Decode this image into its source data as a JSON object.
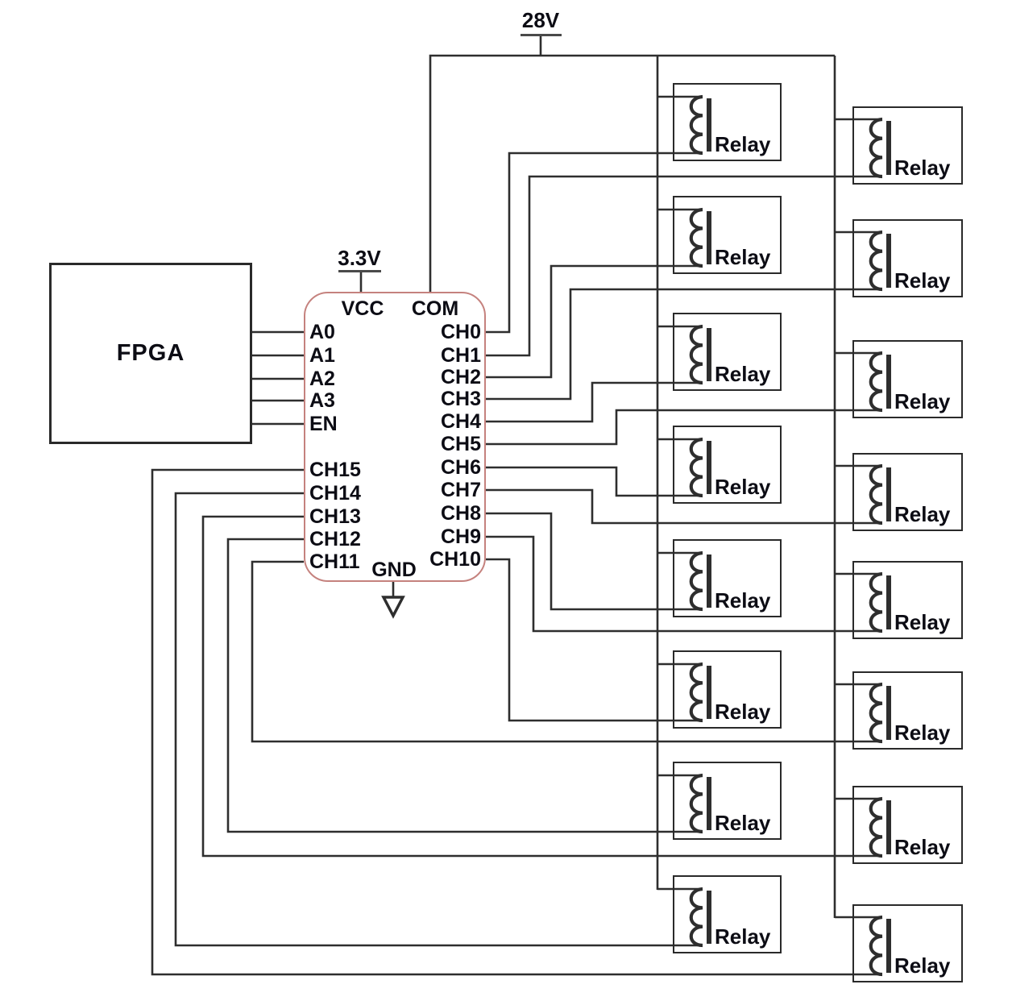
{
  "diagram": {
    "power": {
      "rail_28v": "28V",
      "rail_3v3": "3.3V"
    },
    "fpga": {
      "label": "FPGA"
    },
    "mux": {
      "top_pins": [
        "VCC",
        "COM"
      ],
      "left_pins": [
        "A0",
        "A1",
        "A2",
        "A3",
        "EN",
        "CH15",
        "CH14",
        "CH13",
        "CH12",
        "CH11"
      ],
      "right_pins": [
        "CH0",
        "CH1",
        "CH2",
        "CH3",
        "CH4",
        "CH5",
        "CH6",
        "CH7",
        "CH8",
        "CH9",
        "CH10"
      ],
      "ground_pin": "GND"
    },
    "relay_label": "Relay",
    "connections": [
      {
        "channel": "CH0",
        "relay": "relay-left-1"
      },
      {
        "channel": "CH1",
        "relay": "relay-right-1"
      },
      {
        "channel": "CH2",
        "relay": "relay-left-2"
      },
      {
        "channel": "CH3",
        "relay": "relay-right-2"
      },
      {
        "channel": "CH4",
        "relay": "relay-left-3"
      },
      {
        "channel": "CH5",
        "relay": "relay-right-3"
      },
      {
        "channel": "CH6",
        "relay": "relay-left-4"
      },
      {
        "channel": "CH7",
        "relay": "relay-right-4"
      },
      {
        "channel": "CH8",
        "relay": "relay-left-5"
      },
      {
        "channel": "CH9",
        "relay": "relay-right-5"
      },
      {
        "channel": "CH10",
        "relay": "relay-left-6"
      },
      {
        "channel": "CH11",
        "relay": "relay-right-6"
      },
      {
        "channel": "CH12",
        "relay": "relay-left-7"
      },
      {
        "channel": "CH13",
        "relay": "relay-right-7"
      },
      {
        "channel": "CH14",
        "relay": "relay-left-8"
      },
      {
        "channel": "CH15",
        "relay": "relay-right-8"
      }
    ],
    "colors": {
      "wire": "#2e2e2e",
      "mux_border": "#c5827e",
      "text": "#0c0c14"
    }
  }
}
